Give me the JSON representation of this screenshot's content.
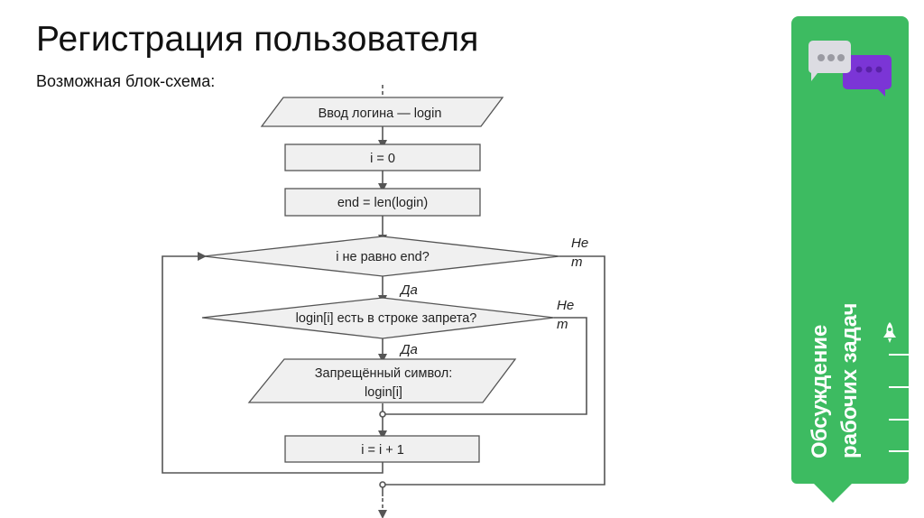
{
  "slide": {
    "title": "Регистрация пользователя",
    "subtitle": "Возможная блок-схема:"
  },
  "flowchart": {
    "nodes": [
      {
        "id": "input-login",
        "shape": "parallelogram",
        "lines": [
          "Ввод логина — login"
        ]
      },
      {
        "id": "init-i",
        "shape": "process",
        "lines": [
          "i = 0"
        ]
      },
      {
        "id": "init-end",
        "shape": "process",
        "lines": [
          "end = len(login)"
        ]
      },
      {
        "id": "cond-loop",
        "shape": "decision",
        "lines": [
          "i не равно end?"
        ]
      },
      {
        "id": "cond-forbidden",
        "shape": "decision",
        "lines": [
          "login[i] есть в строке запрета?"
        ]
      },
      {
        "id": "output-forbidden",
        "shape": "parallelogram",
        "lines": [
          "Запрещённый символ:",
          "login[i]"
        ]
      },
      {
        "id": "increment-i",
        "shape": "process",
        "lines": [
          "i = i + 1"
        ]
      }
    ],
    "edge_labels": {
      "yes": "Да",
      "no_line1": "Не",
      "no_line2": "т"
    },
    "colors": {
      "node_fill": "#f0f0f0",
      "stroke": "#555555"
    }
  },
  "side_panel": {
    "label_line1": "Обсуждение",
    "label_line2": "рабочих задач",
    "icon": "chat-bubbles-icon",
    "secondary_icon": "rocket-icon",
    "colors": {
      "background": "#3dbb61",
      "bubble_back": "#dcdce2",
      "bubble_front": "#7b35d6"
    }
  }
}
